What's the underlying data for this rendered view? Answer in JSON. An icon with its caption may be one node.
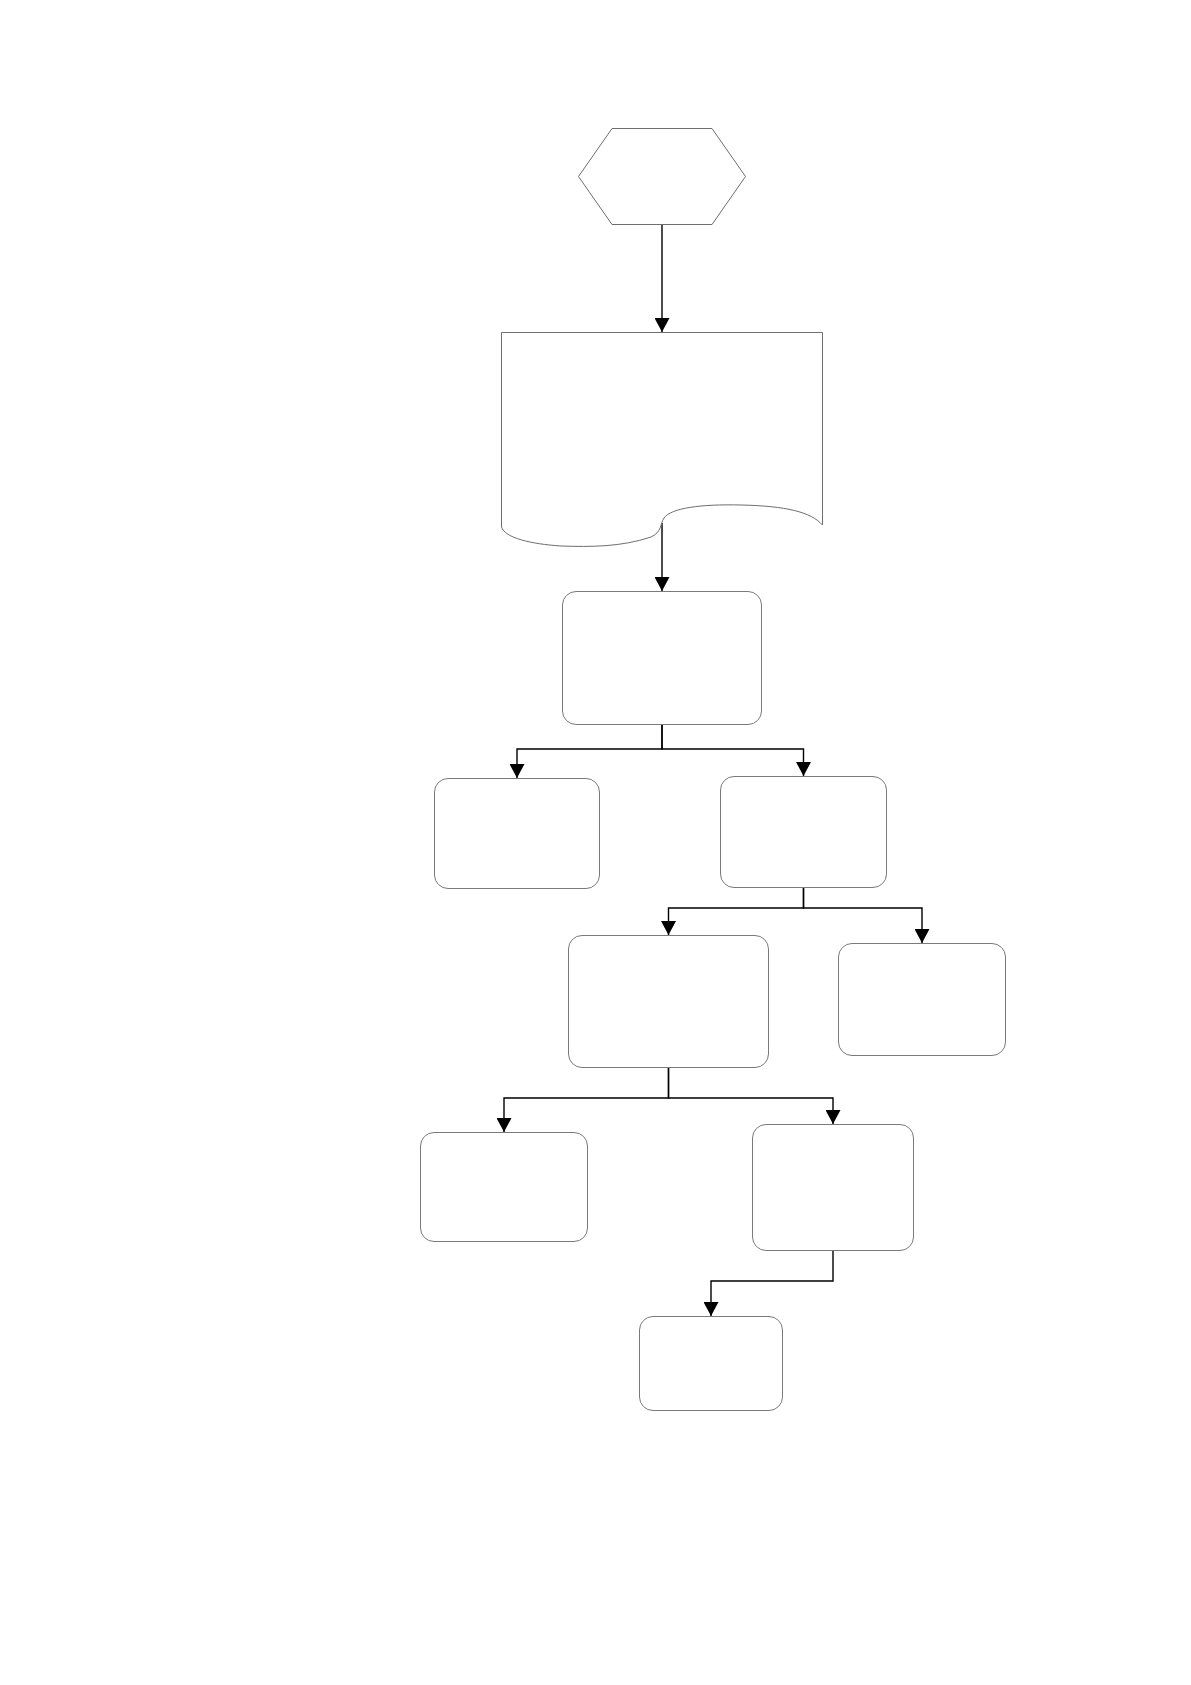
{
  "diagram": {
    "nodes": [
      {
        "text": [],
        "shape": "hexagon"
      },
      {
        "text": [],
        "shape": "document"
      },
      {
        "text": [],
        "shape": "box"
      },
      {
        "text": [],
        "shape": "box"
      },
      {
        "text": [],
        "shape": "box"
      },
      {
        "text": [],
        "shape": "box"
      },
      {
        "text": [],
        "shape": "box"
      },
      {
        "text": [],
        "shape": "box"
      },
      {
        "text": [],
        "shape": "box"
      },
      {
        "text": [],
        "shape": "box"
      }
    ],
    "edges": [
      {
        "from": 0,
        "to": 1,
        "arrow": "to"
      },
      {
        "from": 1,
        "to": 2,
        "arrow": "to"
      },
      {
        "from": 2,
        "to": 3,
        "arrow": "to"
      },
      {
        "from": 2,
        "to": 4,
        "arrow": "to"
      },
      {
        "from": 4,
        "to": 5,
        "arrow": "to"
      },
      {
        "from": 4,
        "to": 6,
        "arrow": "to"
      },
      {
        "from": 5,
        "to": 7,
        "arrow": "to"
      },
      {
        "from": 5,
        "to": 8,
        "arrow": "to"
      },
      {
        "from": 8,
        "to": 9,
        "arrow": "to"
      }
    ]
  }
}
